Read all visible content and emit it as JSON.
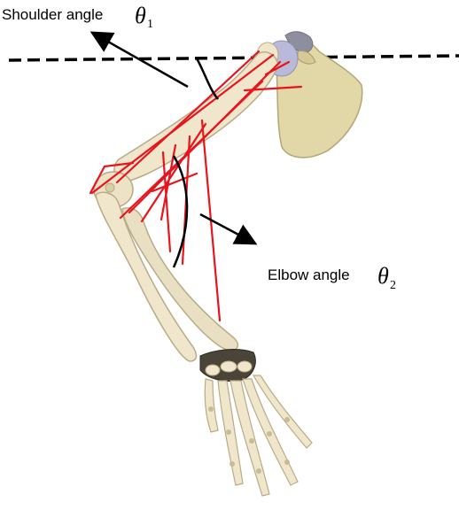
{
  "labels": {
    "shoulder_text": "Shoulder angle",
    "shoulder_symbol": "θ",
    "shoulder_subscript": "1",
    "elbow_text": "Elbow angle",
    "elbow_symbol": "θ",
    "elbow_subscript": "2"
  },
  "colors": {
    "muscle_lines": "#e8141c",
    "bone": "#efe6cc",
    "bone_outline": "#b9ab86",
    "scapula": "#e2d7a6",
    "joint_cartilage": "#a9a9cf",
    "reference_line": "#000000"
  }
}
